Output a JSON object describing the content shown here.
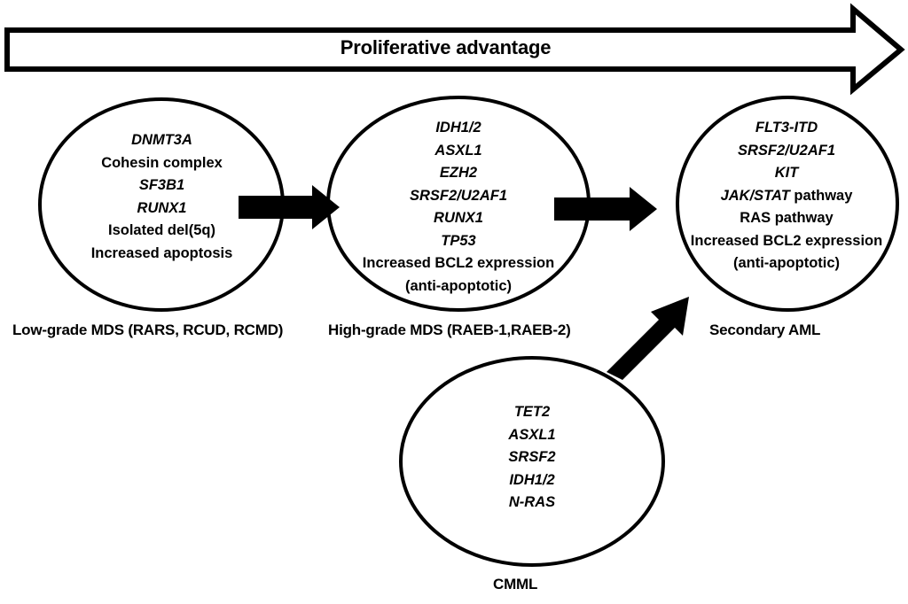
{
  "figure": {
    "banner": {
      "label": "Proliferative advantage",
      "icon": "right-arrow-banner-icon"
    },
    "colors": {
      "stroke": "#000000",
      "fill": "#ffffff",
      "arrow": "#000000"
    },
    "nodes": [
      {
        "id": "low-grade-mds",
        "label": "Low-grade MDS (RARS, RCUD, RCMD)",
        "lines": [
          {
            "text": "DNMT3A",
            "style": "italic"
          },
          {
            "text": "Cohesin complex",
            "style": "normal"
          },
          {
            "text": "SF3B1",
            "style": "italic"
          },
          {
            "text": "RUNX1",
            "style": "italic"
          },
          {
            "text": "Isolated del(5q)",
            "style": "normal"
          },
          {
            "text": "Increased apoptosis",
            "style": "normal"
          }
        ]
      },
      {
        "id": "high-grade-mds",
        "label": "High-grade MDS (RAEB-1,RAEB-2)",
        "lines": [
          {
            "text": "IDH1/2",
            "style": "italic"
          },
          {
            "text": "ASXL1",
            "style": "italic"
          },
          {
            "text": "EZH2",
            "style": "italic"
          },
          {
            "text": "SRSF2/U2AF1",
            "style": "italic"
          },
          {
            "text": "RUNX1",
            "style": "italic"
          },
          {
            "text": "TP53",
            "style": "italic"
          },
          {
            "text": "Increased BCL2 expression",
            "style": "normal"
          },
          {
            "text": "(anti-apoptotic)",
            "style": "normal"
          }
        ]
      },
      {
        "id": "secondary-aml",
        "label": "Secondary AML",
        "lines": [
          {
            "text": "FLT3-ITD",
            "style": "italic"
          },
          {
            "text": "SRSF2/U2AF1",
            "style": "italic"
          },
          {
            "text": "KIT",
            "style": "italic"
          },
          {
            "text": "JAK/STAT pathway",
            "style": "mixed",
            "italic_part": "JAK/STAT",
            "normal_part": " pathway"
          },
          {
            "text": "RAS pathway",
            "style": "normal"
          },
          {
            "text": "Increased BCL2 expression",
            "style": "normal"
          },
          {
            "text": "(anti-apoptotic)",
            "style": "normal"
          }
        ]
      },
      {
        "id": "cmml",
        "label": "CMML",
        "lines": [
          {
            "text": "TET2",
            "style": "italic"
          },
          {
            "text": "ASXL1",
            "style": "italic"
          },
          {
            "text": "SRSF2",
            "style": "italic"
          },
          {
            "text": "IDH1/2",
            "style": "italic"
          },
          {
            "text": "N-RAS",
            "style": "italic"
          }
        ]
      }
    ],
    "edges": [
      {
        "id": "low-to-high",
        "from": "low-grade-mds",
        "to": "high-grade-mds",
        "icon": "right-arrow-icon"
      },
      {
        "id": "high-to-aml",
        "from": "high-grade-mds",
        "to": "secondary-aml",
        "icon": "right-arrow-icon"
      },
      {
        "id": "cmml-to-aml",
        "from": "cmml",
        "to": "secondary-aml",
        "icon": "diagonal-up-right-arrow-icon"
      }
    ]
  }
}
